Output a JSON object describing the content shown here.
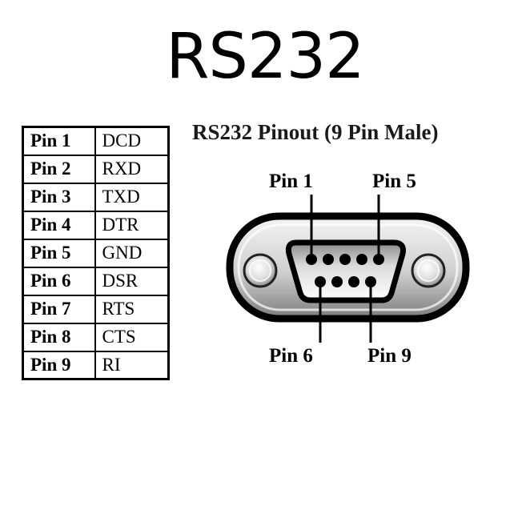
{
  "title": "RS232",
  "pinout_title": "RS232 Pinout (9 Pin Male)",
  "pin_table": [
    {
      "pin": "Pin 1",
      "signal": "DCD"
    },
    {
      "pin": "Pin 2",
      "signal": "RXD"
    },
    {
      "pin": "Pin 3",
      "signal": "TXD"
    },
    {
      "pin": "Pin 4",
      "signal": "DTR"
    },
    {
      "pin": "Pin 5",
      "signal": "GND"
    },
    {
      "pin": "Pin 6",
      "signal": "DSR"
    },
    {
      "pin": "Pin 7",
      "signal": "RTS"
    },
    {
      "pin": "Pin 8",
      "signal": "CTS"
    },
    {
      "pin": "Pin 9",
      "signal": "RI"
    }
  ],
  "connector_labels": {
    "pin1": "Pin 1",
    "pin5": "Pin 5",
    "pin6": "Pin 6",
    "pin9": "Pin 9"
  },
  "colors": {
    "ink": "#000000",
    "shell_light": "#e6e6e6",
    "shell_dark": "#7a7a7a"
  }
}
